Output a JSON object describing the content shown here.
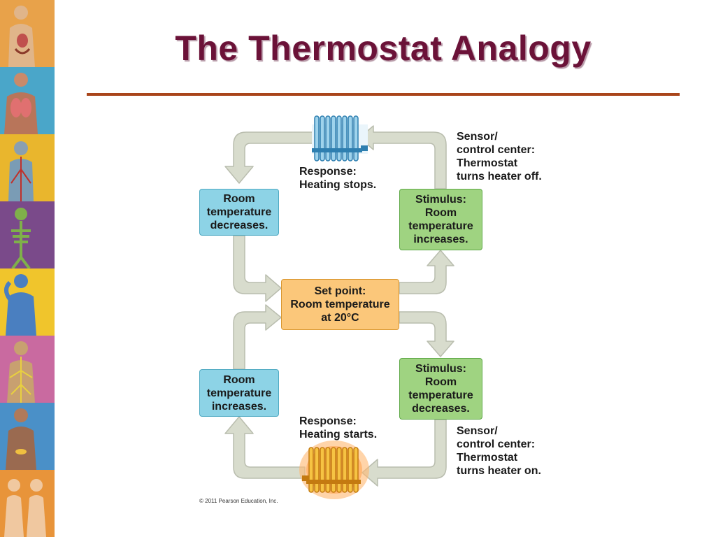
{
  "title": "The Thermostat Analogy",
  "diagram": {
    "boxes": {
      "room_decreases": "Room\ntemperature\ndecreases.",
      "stimulus_increases": "Stimulus:\nRoom\ntemperature\nincreases.",
      "set_point": "Set point:\nRoom temperature\nat 20°C",
      "room_increases": "Room\ntemperature\nincreases.",
      "stimulus_decreases": "Stimulus:\nRoom\ntemperature\ndecreases."
    },
    "labels": {
      "response_stops": "Response:\nHeating stops.",
      "sensor_off": "Sensor/\ncontrol center:\nThermostat\nturns heater off.",
      "response_starts": "Response:\nHeating starts.",
      "sensor_on": "Sensor/\ncontrol center:\nThermostat\nturns heater on."
    },
    "copyright": "© 2011 Pearson Education, Inc."
  },
  "colors": {
    "title": "#6b1238",
    "rule": "#a9451b",
    "blue_box": "#8dd3e6",
    "green_box": "#9fd381",
    "orange_box": "#fbc77a",
    "arrow": "#d8dccd"
  }
}
